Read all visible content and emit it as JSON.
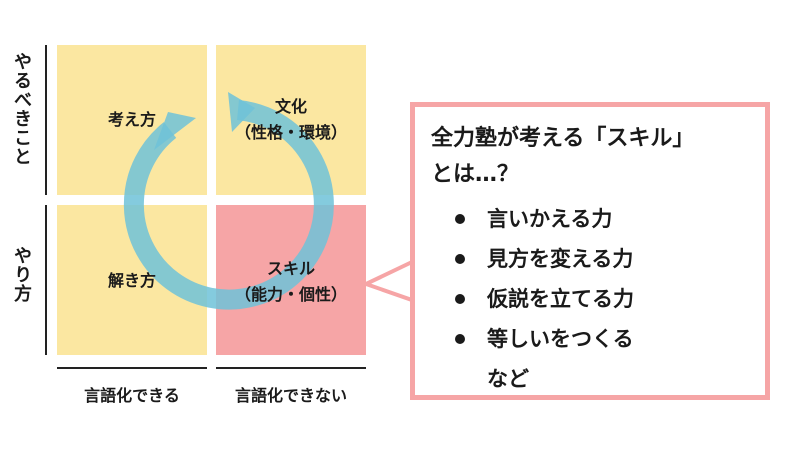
{
  "y_axis": {
    "top": "やるべきこと",
    "bottom": "やり方"
  },
  "x_axis": {
    "left": "言語化できる",
    "right": "言語化できない"
  },
  "quadrants": {
    "top_left": {
      "line1": "考え方",
      "line2": ""
    },
    "top_right": {
      "line1": "文化",
      "line2": "（性格・環境）"
    },
    "bottom_left": {
      "line1": "解き方",
      "line2": ""
    },
    "bottom_right": {
      "line1": "スキル",
      "line2": "（能力・個性）"
    }
  },
  "callout": {
    "title_line1": "全力塾が考える「スキル」",
    "title_line2": "とは…？",
    "items": [
      "言いかえる力",
      "見方を変える力",
      "仮説を立てる力",
      "等しいをつくる"
    ],
    "footer": "など"
  },
  "colors": {
    "quadrant_yellow": "#fbe7a1",
    "quadrant_pink": "#f6a5a6",
    "cycle_arrow": "#6fc2d8",
    "callout_border": "#f6a5a6"
  }
}
